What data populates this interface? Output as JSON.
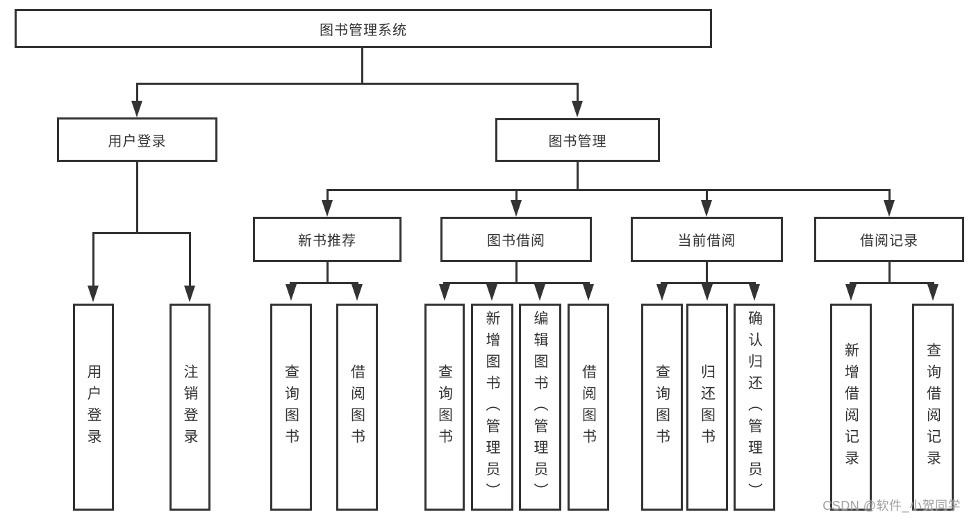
{
  "colors": {
    "line": "#333333",
    "text": "#333333",
    "background": "#ffffff",
    "watermark_text": "#969696"
  },
  "nodes": {
    "root": "图书管理系统",
    "user_login": "用户登录",
    "book_mgmt": "图书管理",
    "new_book_rec": "新书推荐",
    "book_borrow": "图书借阅",
    "current_borrow": "当前借阅",
    "borrow_records": "借阅记录",
    "login_children": [
      "用户登录",
      "注销登录"
    ],
    "new_book_children": [
      "查询图书",
      "借阅图书"
    ],
    "book_borrow_children": [
      "查询图书",
      "新增图书（管理员）",
      "编辑图书（管理员）",
      "借阅图书"
    ],
    "current_children": [
      "查询图书",
      "归还图书",
      "确认归还（管理员）"
    ],
    "records_children": [
      "新增借阅记录",
      "查询借阅记录"
    ]
  },
  "watermark": "CSDN @软件_小贺同学"
}
